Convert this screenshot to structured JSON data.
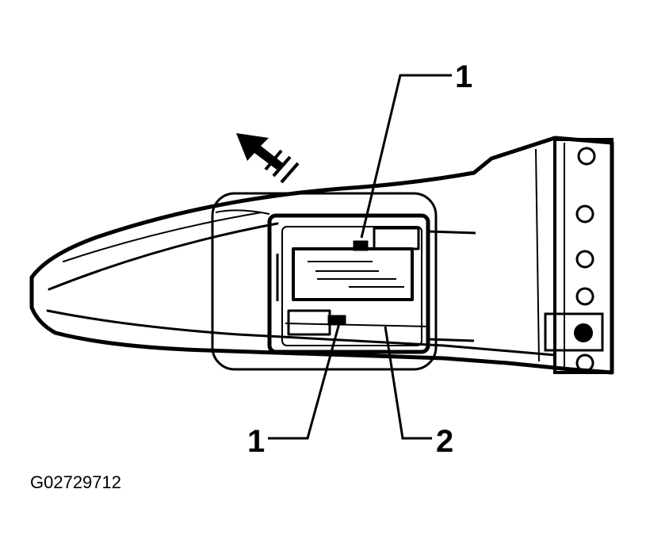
{
  "diagram": {
    "callouts": [
      {
        "id": "callout-top",
        "label": "1"
      },
      {
        "id": "callout-bottom-left",
        "label": "1"
      },
      {
        "id": "callout-bottom-right",
        "label": "2"
      }
    ],
    "figure_code": "G02729712",
    "arrow_direction": "up-left"
  }
}
